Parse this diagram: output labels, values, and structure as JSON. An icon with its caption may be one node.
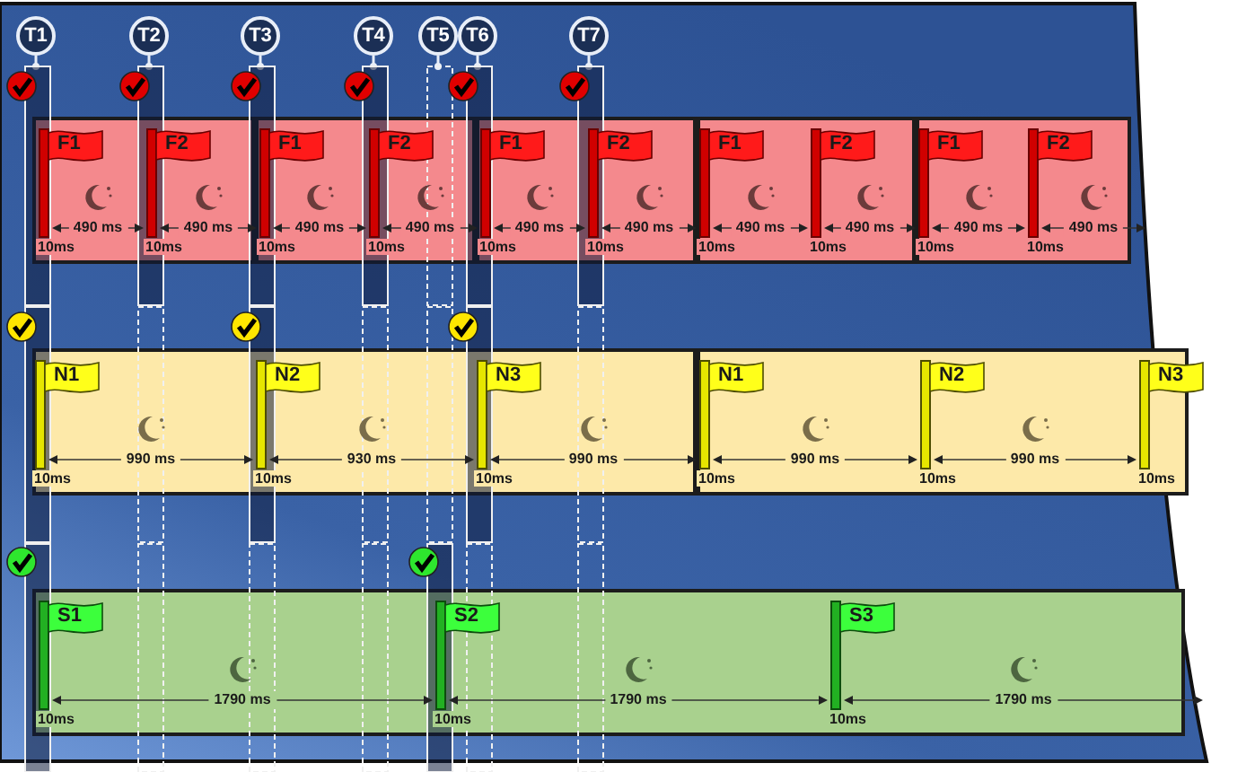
{
  "diagram": {
    "nodes": [
      {
        "text": [
          "T1"
        ]
      },
      {
        "text": [
          "T2"
        ]
      },
      {
        "text": [
          "T3"
        ]
      },
      {
        "text": [
          "T4"
        ]
      },
      {
        "text": [
          "T5"
        ]
      },
      {
        "text": [
          "T6"
        ]
      },
      {
        "text": [
          "T7"
        ]
      },
      {
        "text": [],
        "shape": "box"
      },
      {
        "text": [],
        "shape": "box"
      },
      {
        "text": [],
        "shape": "box"
      },
      {
        "text": [],
        "shape": "box"
      },
      {
        "text": [],
        "shape": "box"
      },
      {
        "text": [
          "F1",
          "10ms"
        ],
        "in": 7
      },
      {
        "text": [
          "F2",
          "10ms"
        ],
        "in": 7
      },
      {
        "text": [
          "F1",
          "10ms"
        ],
        "in": 8
      },
      {
        "text": [
          "F2",
          "10ms"
        ],
        "in": 8
      },
      {
        "text": [
          "F1",
          "10ms"
        ],
        "in": 9
      },
      {
        "text": [
          "F2",
          "10ms"
        ],
        "in": 9
      },
      {
        "text": [
          "F1",
          "10ms"
        ],
        "in": 10
      },
      {
        "text": [
          "F2",
          "10ms"
        ],
        "in": 10
      },
      {
        "text": [
          "F1",
          "10ms"
        ],
        "in": 11
      },
      {
        "text": [
          "F2",
          "10ms"
        ],
        "in": 11
      },
      {
        "text": [],
        "shape": "box"
      },
      {
        "text": [],
        "shape": "box"
      },
      {
        "text": [
          "N1",
          "10ms"
        ],
        "in": 22
      },
      {
        "text": [
          "N2",
          "10ms"
        ],
        "in": 22
      },
      {
        "text": [
          "N3",
          "10ms"
        ],
        "in": 22
      },
      {
        "text": [
          "N1",
          "10ms"
        ],
        "in": 23
      },
      {
        "text": [
          "N2",
          "10ms"
        ],
        "in": 23
      },
      {
        "text": [
          "N3",
          "10ms"
        ],
        "in": 23
      },
      {
        "text": [],
        "shape": "box"
      },
      {
        "text": [
          "S1",
          "10ms"
        ],
        "in": 30
      },
      {
        "text": [
          "S2",
          "10ms"
        ],
        "in": 30
      },
      {
        "text": [
          "S3",
          "10ms"
        ],
        "in": 30
      }
    ],
    "labels": [
      "490 ms",
      "490 ms",
      "490 ms",
      "490 ms",
      "490 ms",
      "490 ms",
      "490 ms",
      "490 ms",
      "490 ms",
      "490 ms",
      "990 ms",
      "930 ms",
      "990 ms",
      "990 ms",
      "990 ms",
      "1790 ms",
      "1790 ms",
      "1790 ms"
    ]
  }
}
